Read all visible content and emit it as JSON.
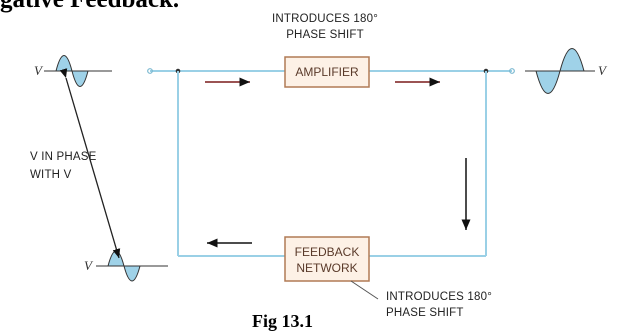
{
  "header_fragment": "gative Feedback.",
  "figure_caption_fragment": "Fig 13.1",
  "amplifier": {
    "label": "AMPLIFIER"
  },
  "feedback_network": {
    "line1": "FEEDBACK",
    "line2": "NETWORK"
  },
  "top_note": {
    "line1": "INTRODUCES 180°",
    "line2": "PHASE SHIFT"
  },
  "bottom_note": {
    "line1": "INTRODUCES 180°",
    "line2": "PHASE SHIFT"
  },
  "phase_note": {
    "line1": "V  IN PHASE",
    "line2": "WITH V"
  },
  "signals": {
    "input": "V",
    "output": "V",
    "feedback": "V"
  },
  "colors": {
    "wire": "#9ad0e6",
    "box_border": "#b07a55",
    "box_fill": "#fdf1e6",
    "arrow": "#7a1a1a",
    "wave_fill": "#9fd2e8"
  },
  "icons": [
    "input-sine-icon",
    "output-sine-icon",
    "feedback-sine-icon"
  ]
}
